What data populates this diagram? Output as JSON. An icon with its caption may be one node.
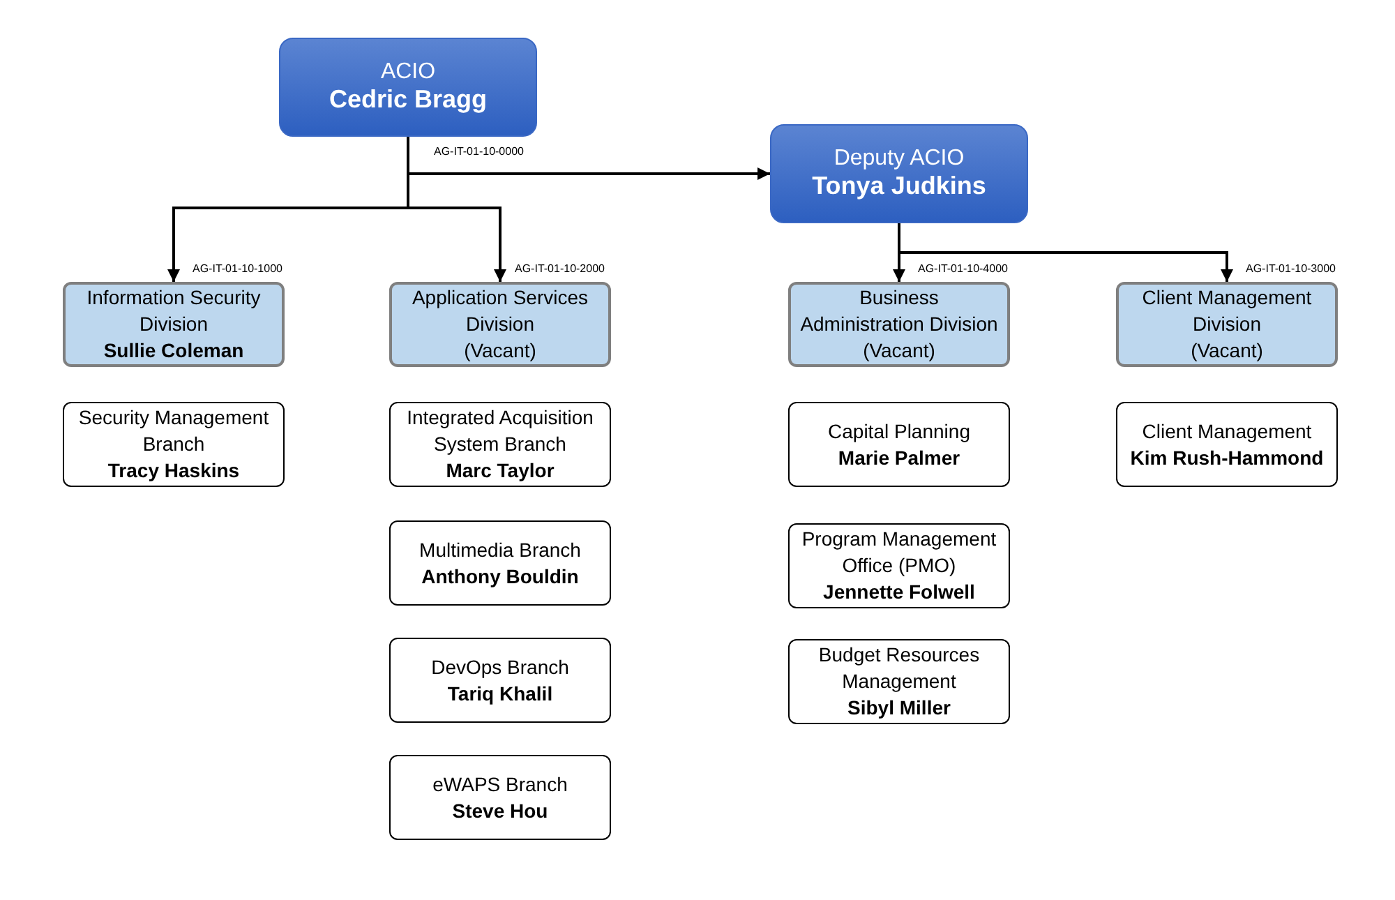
{
  "diagram": {
    "nodes": [
      {
        "text": [
          "ACIO",
          "Cedric Bragg"
        ],
        "beside": [
          "AG-IT-01-10-0000"
        ]
      },
      {
        "text": [
          "Deputy ACIO",
          "Tonya Judkins"
        ]
      },
      {
        "text": [
          "Information Security Division",
          "Sullie Coleman"
        ],
        "beside": [
          "AG-IT-01-10-1000"
        ]
      },
      {
        "text": [
          "Application Services Division",
          "(Vacant)"
        ],
        "beside": [
          "AG-IT-01-10-2000"
        ]
      },
      {
        "text": [
          "Business Administration Division",
          "(Vacant)"
        ],
        "beside": [
          "AG-IT-01-10-4000"
        ]
      },
      {
        "text": [
          "Client Management Division",
          "(Vacant)"
        ],
        "beside": [
          "AG-IT-01-10-3000"
        ]
      },
      {
        "text": [
          "Security Management Branch",
          "Tracy Haskins"
        ]
      },
      {
        "text": [
          "Integrated Acquisition System Branch",
          "Marc Taylor"
        ]
      },
      {
        "text": [
          "Multimedia Branch",
          "Anthony Bouldin"
        ]
      },
      {
        "text": [
          "DevOps Branch",
          "Tariq Khalil"
        ]
      },
      {
        "text": [
          "eWAPS Branch",
          "Steve Hou"
        ]
      },
      {
        "text": [
          "Capital Planning",
          "Marie Palmer"
        ]
      },
      {
        "text": [
          "Program Management Office (PMO)",
          "Jennette Folwell"
        ]
      },
      {
        "text": [
          "Budget Resources Management",
          "Sibyl Miller"
        ]
      },
      {
        "text": [
          "Client Management",
          "Kim Rush-Hammond"
        ]
      }
    ],
    "edges": [
      {
        "from": 0,
        "to": 1,
        "arrow": "to"
      },
      {
        "from": 0,
        "to": 2,
        "arrow": "to"
      },
      {
        "from": 0,
        "to": 3,
        "arrow": "to"
      },
      {
        "from": 1,
        "to": 4,
        "arrow": "to"
      },
      {
        "from": 1,
        "to": 5,
        "arrow": "to"
      }
    ]
  }
}
